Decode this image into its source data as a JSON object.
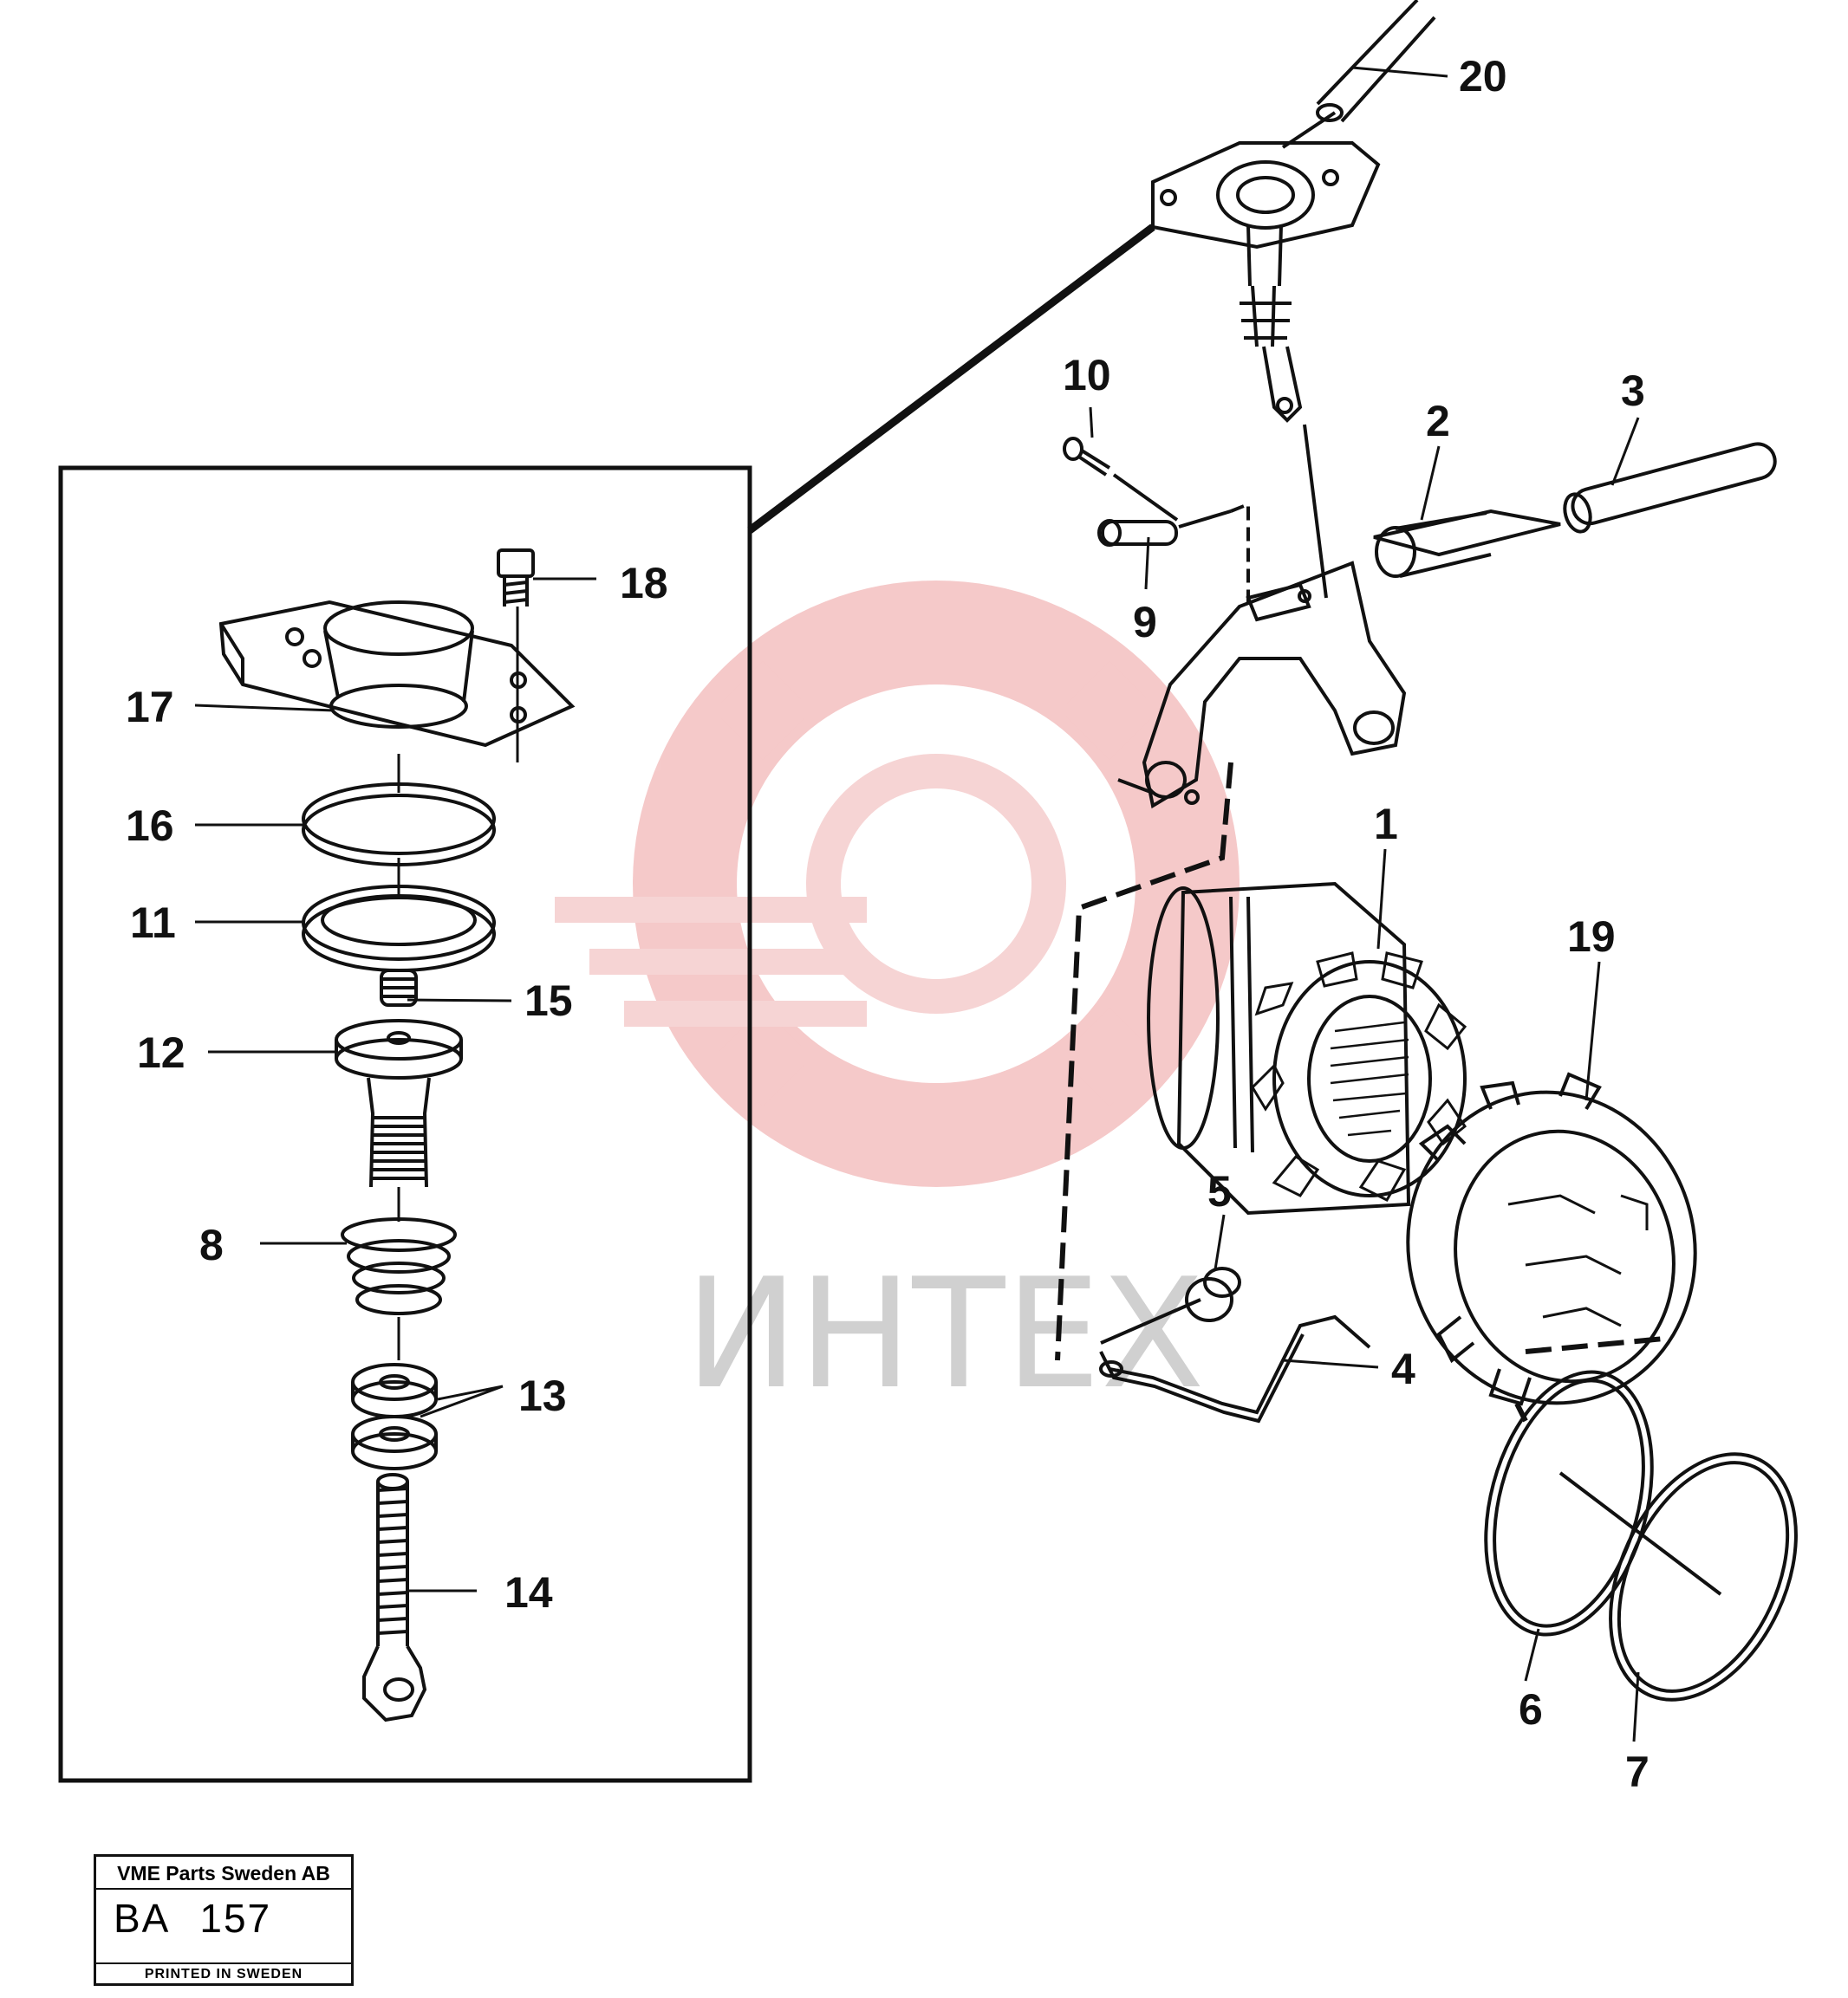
{
  "watermark": {
    "text": "ИНТЕХ",
    "color": "#f2b8b8"
  },
  "callouts": [
    "20",
    "10",
    "2",
    "3",
    "9",
    "18",
    "17",
    "16",
    "11",
    "15",
    "12",
    "1",
    "19",
    "5",
    "8",
    "4",
    "13",
    "14",
    "6",
    "7"
  ],
  "stamp": {
    "company": "VME Parts Sweden AB",
    "code_prefix": "BA",
    "code_number": "157",
    "footer": "PRINTED IN SWEDEN"
  }
}
